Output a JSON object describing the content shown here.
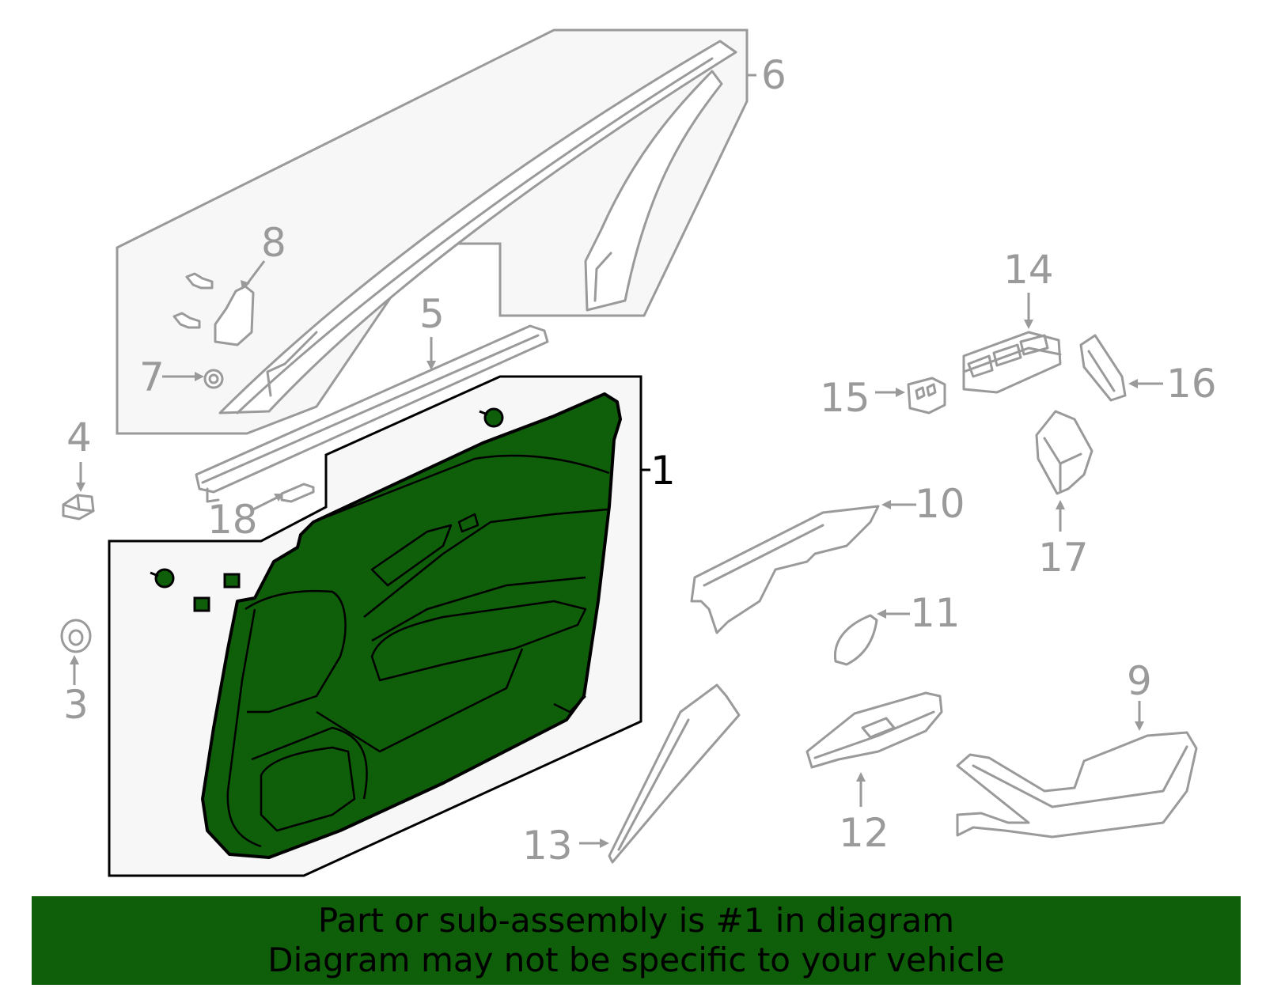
{
  "colors": {
    "highlight": "#0f5e0a",
    "inactive_line": "#9a9a9a",
    "active_line": "#000000",
    "panel_fill": "#f7f7f7"
  },
  "callouts": {
    "c1": "1",
    "c3": "3",
    "c4": "4",
    "c5": "5",
    "c6": "6",
    "c7": "7",
    "c8": "8",
    "c9": "9",
    "c10": "10",
    "c11": "11",
    "c12": "12",
    "c13": "13",
    "c14": "14",
    "c15": "15",
    "c16": "16",
    "c17": "17",
    "c18": "18"
  },
  "highlighted_part": "1",
  "banner": {
    "line1": "Part or sub-assembly is #1 in diagram",
    "line2": "Diagram may not be specific to your vehicle"
  }
}
